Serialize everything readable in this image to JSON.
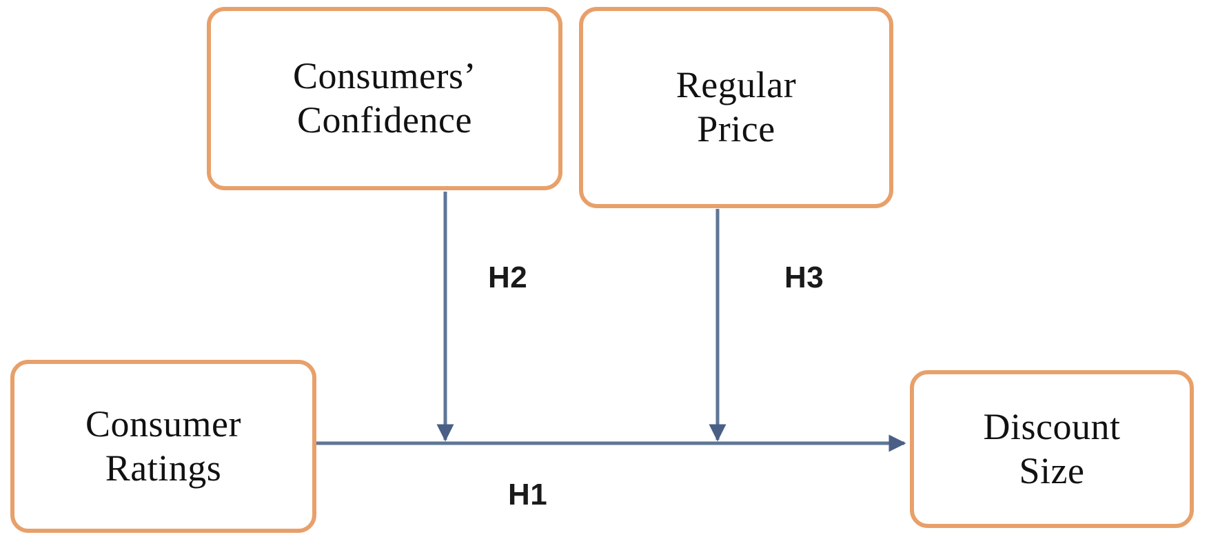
{
  "diagram": {
    "type": "conceptual-research-model",
    "background_color": "#ffffff",
    "node_border_color": "#E8A06A",
    "connector_color": "#5F7696",
    "label_color": "#1a1a1a",
    "nodes": [
      {
        "id": "consumers-confidence",
        "label": "Consumers’\nConfidence"
      },
      {
        "id": "regular-price",
        "label": "Regular\nPrice"
      },
      {
        "id": "consumer-ratings",
        "label": "Consumer\nRatings"
      },
      {
        "id": "discount-size",
        "label": "Discount\nSize"
      }
    ],
    "connectors": [
      {
        "id": "h1",
        "label": "H1",
        "from": "consumer-ratings",
        "to": "discount-size",
        "direction": "horizontal-right"
      },
      {
        "id": "h2",
        "label": "H2",
        "from": "consumers-confidence",
        "to": "h1-path",
        "direction": "vertical-down"
      },
      {
        "id": "h3",
        "label": "H3",
        "from": "regular-price",
        "to": "h1-path",
        "direction": "vertical-down"
      }
    ]
  }
}
